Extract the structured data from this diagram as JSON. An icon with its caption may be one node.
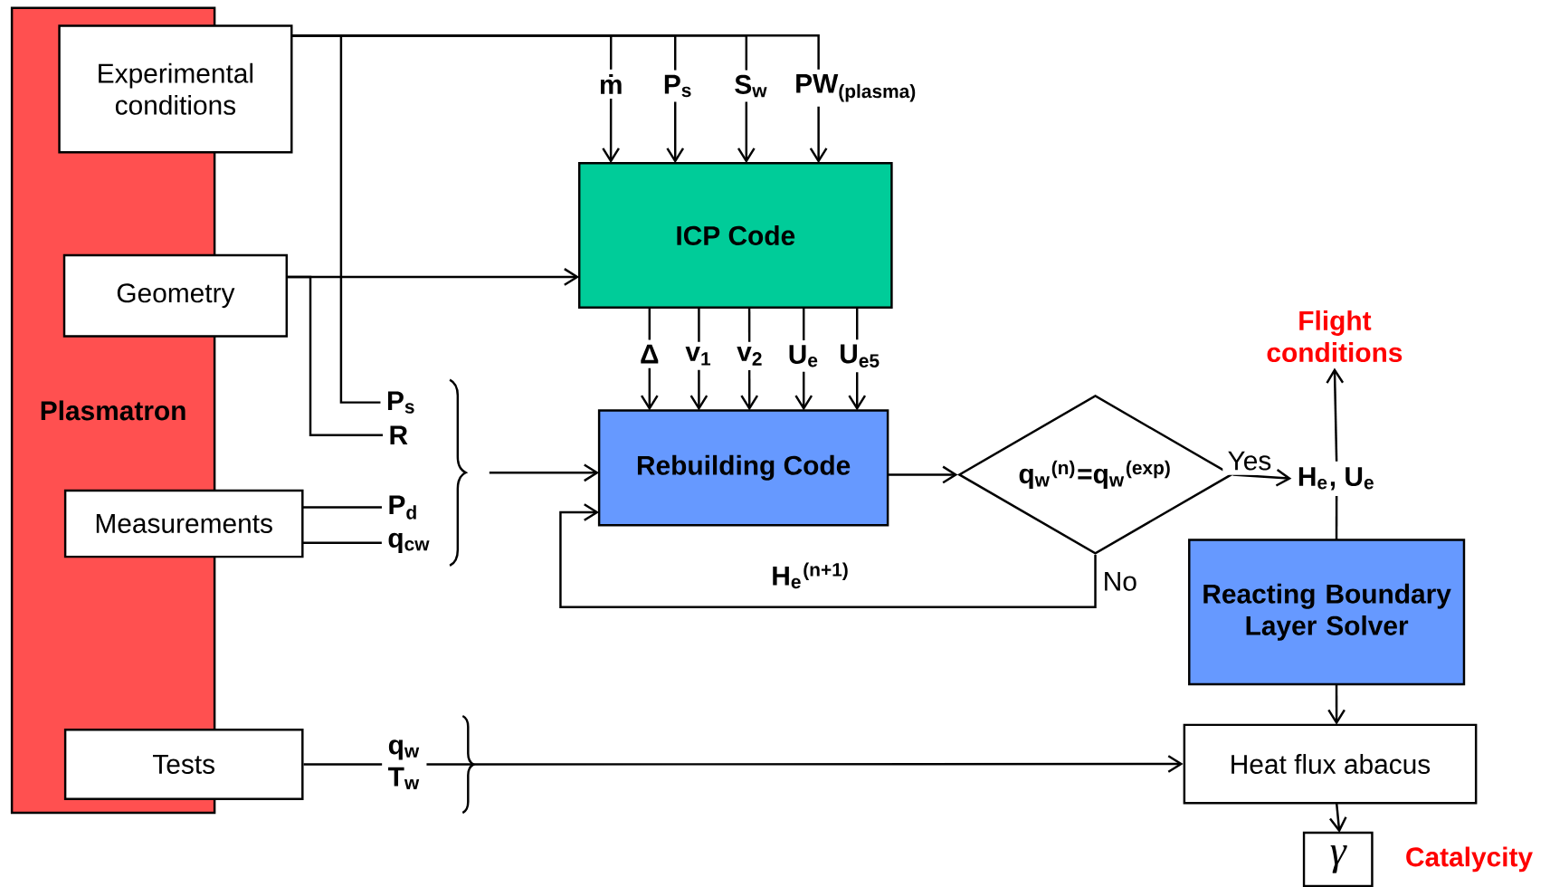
{
  "diagram": {
    "nodes": [
      {
        "text": [
          "Plasmatron"
        ]
      },
      {
        "text": [
          "Experimental conditions"
        ]
      },
      {
        "text": [
          "Geometry"
        ]
      },
      {
        "text": [
          "Measurements"
        ]
      },
      {
        "text": [
          "Tests"
        ]
      },
      {
        "text": [
          "ICP Code"
        ]
      },
      {
        "text": [
          "P$_{s}$"
        ]
      },
      {
        "text": [
          "R"
        ]
      },
      {
        "text": [
          "P$_{d}$"
        ]
      },
      {
        "text": [
          "q$_{cw}$"
        ]
      },
      {
        "text": [
          "Rebuilding Code"
        ]
      },
      {
        "text": [
          "q$_{w}$$^{(n)}$=q$_{w}$$^{(exp)}$"
        ]
      },
      {
        "text": [
          "H$_{e}$, U$_{e}$"
        ]
      },
      {
        "text": [
          "Flight conditions"
        ]
      },
      {
        "text": [
          "Reacting Boundary Layer Solver"
        ]
      },
      {
        "text": [
          "q$_{w}$",
          "T$_{w}$"
        ]
      },
      {
        "text": [
          "Heat flux abacus"
        ]
      },
      {
        "text": [
          "γ"
        ],
        "beside": [
          "Catalycity"
        ]
      }
    ],
    "edges": [
      {
        "from": 1,
        "to": 5,
        "arrow": "to",
        "label": "ṁ"
      },
      {
        "from": 1,
        "to": 5,
        "arrow": "to",
        "label": "P$_{s}$"
      },
      {
        "from": 1,
        "to": 5,
        "arrow": "to",
        "label": "S$_{w}$"
      },
      {
        "from": 1,
        "to": 5,
        "arrow": "to",
        "label": "PW$_{(plasma)}$"
      },
      {
        "from": 2,
        "to": 5,
        "arrow": "to"
      },
      {
        "from": 1,
        "to": 6,
        "arrow": "none"
      },
      {
        "from": 2,
        "to": 7,
        "arrow": "none"
      },
      {
        "from": 3,
        "to": 8,
        "arrow": "none"
      },
      {
        "from": 3,
        "to": 9,
        "arrow": "none"
      },
      {
        "from": null,
        "to": 10,
        "arrow": "to"
      },
      {
        "from": 5,
        "to": 10,
        "arrow": "to",
        "label": "Δ"
      },
      {
        "from": 5,
        "to": 10,
        "arrow": "to",
        "label": "v$_{1}$"
      },
      {
        "from": 5,
        "to": 10,
        "arrow": "to",
        "label": "v$_{2}$"
      },
      {
        "from": 5,
        "to": 10,
        "arrow": "to",
        "label": "U$_{e}$"
      },
      {
        "from": 5,
        "to": 10,
        "arrow": "to",
        "label": "U$_{e5}$"
      },
      {
        "from": 10,
        "to": 11,
        "arrow": "to"
      },
      {
        "from": 11,
        "to": 10,
        "arrow": "to",
        "label": "No"
      },
      {
        "from": 11,
        "to": 12,
        "arrow": "to",
        "label": "Yes"
      },
      {
        "from": 12,
        "to": 13,
        "arrow": "to"
      },
      {
        "from": 12,
        "to": 14,
        "arrow": "none"
      },
      {
        "from": 14,
        "to": 16,
        "arrow": "to"
      },
      {
        "from": 4,
        "to": 15,
        "arrow": "none"
      },
      {
        "from": 15,
        "to": 16,
        "arrow": "to"
      },
      {
        "from": 16,
        "to": 17,
        "arrow": "to"
      }
    ],
    "labels": [
      "H$_{e}$$^{(n+1)}$"
    ]
  }
}
